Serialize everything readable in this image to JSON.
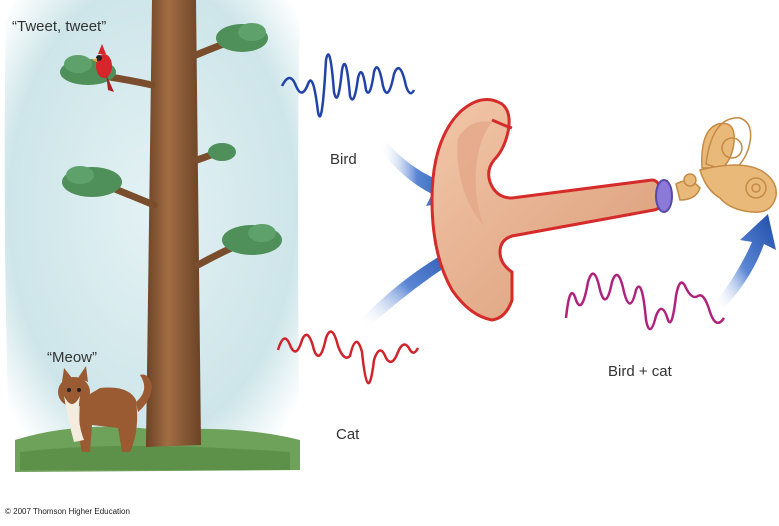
{
  "labels": {
    "bird_sound": "“Tweet, tweet”",
    "cat_sound": "“Meow”",
    "bird_wave": "Bird",
    "cat_wave": "Cat",
    "combined_wave": "Bird + cat",
    "copyright": "© 2007 Thomson Higher Education"
  },
  "colors": {
    "sky": "#cfe6ea",
    "grass": "#6fa55a",
    "trunk": "#8a5a36",
    "foliage": "#4f8f5a",
    "bird_wave": "#2244a8",
    "cat_wave": "#d0242c",
    "combined_wave": "#b0237c",
    "arrow": "#2f5fb8",
    "ear": "#e8b393",
    "ear_outline": "#d62b2b"
  }
}
